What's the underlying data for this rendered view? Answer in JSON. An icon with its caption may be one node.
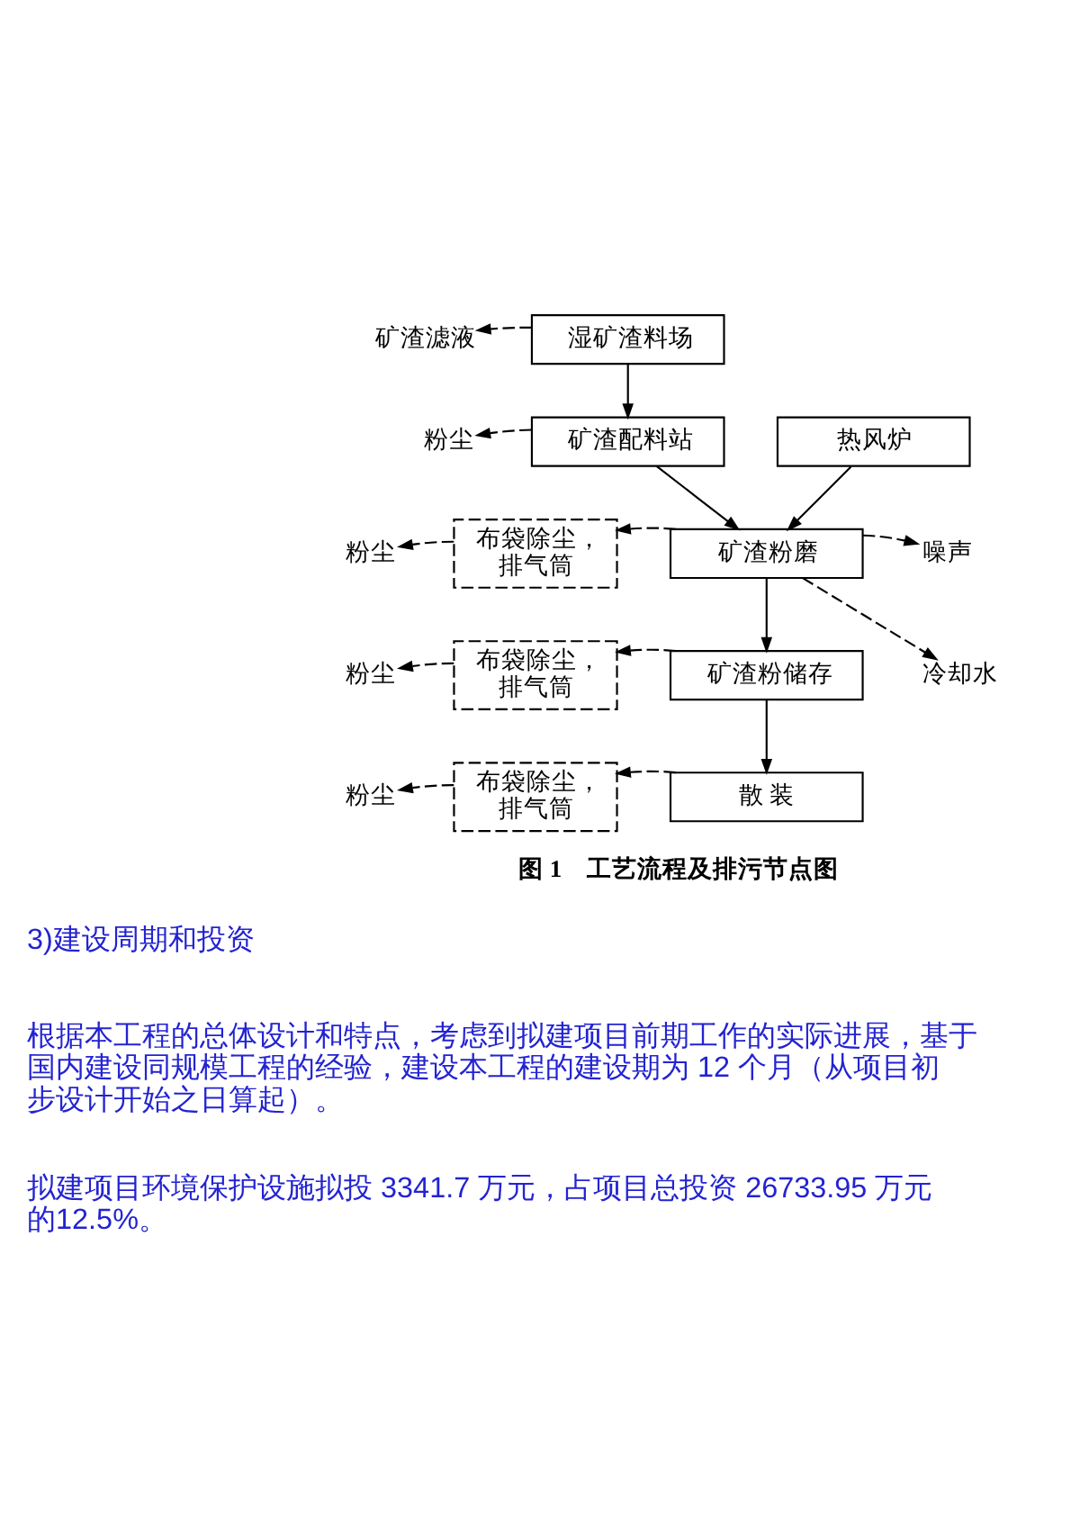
{
  "diagram": {
    "caption": "图 1　工艺流程及排污节点图",
    "nodes": [
      {
        "text": [
          "矿渣滤液"
        ]
      },
      {
        "text": [
          "湿矿渣料场"
        ]
      },
      {
        "text": [
          "粉尘"
        ]
      },
      {
        "text": [
          "矿渣配料站"
        ]
      },
      {
        "text": [
          "热风炉"
        ]
      },
      {
        "text": [
          "粉尘"
        ]
      },
      {
        "text": [
          "布袋除尘，排气筒"
        ]
      },
      {
        "text": [
          "矿渣粉磨"
        ]
      },
      {
        "text": [
          "噪声"
        ]
      },
      {
        "text": [
          "冷却水"
        ]
      },
      {
        "text": [
          "粉尘"
        ]
      },
      {
        "text": [
          "布袋除尘，排气筒"
        ]
      },
      {
        "text": [
          "矿渣粉储存"
        ]
      },
      {
        "text": [
          "粉尘"
        ]
      },
      {
        "text": [
          "布袋除尘，排气筒"
        ]
      },
      {
        "text": [
          "散 装"
        ]
      }
    ],
    "edges": [
      {
        "from": 1,
        "to": 0,
        "arrow": "to",
        "style": "dashed"
      },
      {
        "from": 1,
        "to": 3,
        "arrow": "to"
      },
      {
        "from": 3,
        "to": 2,
        "arrow": "to",
        "style": "dashed"
      },
      {
        "from": 3,
        "to": 7,
        "arrow": "to"
      },
      {
        "from": 4,
        "to": 7,
        "arrow": "to"
      },
      {
        "from": 7,
        "to": 6,
        "arrow": "to",
        "style": "dashed"
      },
      {
        "from": 6,
        "to": 5,
        "arrow": "to",
        "style": "dashed"
      },
      {
        "from": 7,
        "to": 8,
        "arrow": "to",
        "style": "dashed"
      },
      {
        "from": 7,
        "to": 9,
        "arrow": "to",
        "style": "dashed"
      },
      {
        "from": 7,
        "to": 12,
        "arrow": "to"
      },
      {
        "from": 12,
        "to": 11,
        "arrow": "to",
        "style": "dashed"
      },
      {
        "from": 11,
        "to": 10,
        "arrow": "to",
        "style": "dashed"
      },
      {
        "from": 12,
        "to": 15,
        "arrow": "to"
      },
      {
        "from": 15,
        "to": 14,
        "arrow": "to",
        "style": "dashed"
      },
      {
        "from": 14,
        "to": 13,
        "arrow": "to",
        "style": "dashed"
      }
    ],
    "labels": [
      "3)建设周期和投资",
      "根据本工程的总体设计和特点，考虑到拟建项目前期工作的实际进展，基于国内建设同规模工程的经验，建设本工程的建设期为 12 个月（从项目初步设计开始之日算起）。",
      "拟建项目环境保护设施拟投 3341.7 万元，占项目总投资 26733.95 万元的12.5%。"
    ]
  }
}
